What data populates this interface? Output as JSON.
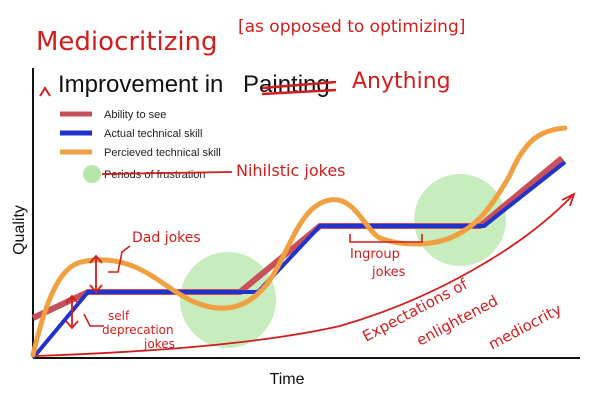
{
  "chart_data": {
    "type": "line",
    "title_prefix": "Improvement in",
    "title_struck_word": "Painting",
    "title_replacement": "Anything",
    "xlabel": "Time",
    "ylabel": "Quality",
    "legend": {
      "ability": "Ability to see",
      "actual": "Actual technical skill",
      "perceived": "Percieved technical skill",
      "periods": "Periods of frustration"
    }
  },
  "annotations": {
    "header_main": "Mediocritizing",
    "header_note": "[as opposed to optimizing]",
    "nihilistic": "Nihilstic jokes",
    "dad_jokes": "Dad jokes",
    "self_dep_1": "self",
    "self_dep_2": "deprecation",
    "self_dep_3": "jokes",
    "ingroup_1": "Ingroup",
    "ingroup_2": "jokes",
    "exp_1": "Expectations of",
    "exp_2": "enlightened",
    "exp_3": "mediocrity"
  },
  "colors": {
    "ability": "#c8505a",
    "actual": "#2233cc",
    "perceived": "#f0a040",
    "frustration": "#b4e6a8",
    "ink": "#d21d1d"
  }
}
